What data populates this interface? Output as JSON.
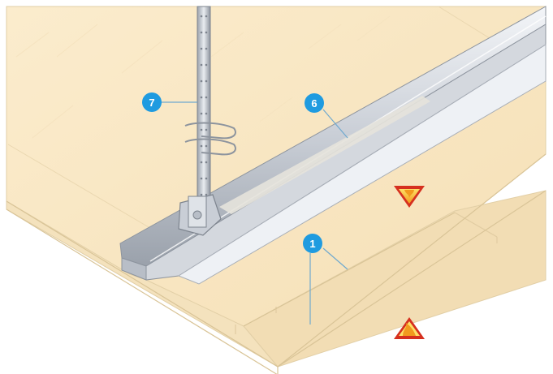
{
  "diagram": {
    "callouts": [
      {
        "id": "c1",
        "label": "1"
      },
      {
        "id": "c6",
        "label": "6"
      },
      {
        "id": "c7",
        "label": "7"
      }
    ],
    "icons": {
      "fire_from_below": "fire-down-triangle-icon",
      "fire_from_above": "fire-up-triangle-icon"
    },
    "colors": {
      "board": "#f9e7c4",
      "board_edge": "#e2cfa6",
      "board_lower": "#f2ddb4",
      "metal": "#c9ced6",
      "metal_dark": "#8d949e",
      "metal_light": "#eef1f5",
      "callout": "#1f9be0",
      "fire_red": "#d6301f",
      "fire_orange": "#f29a1e",
      "fire_yellow": "#fde067"
    }
  }
}
